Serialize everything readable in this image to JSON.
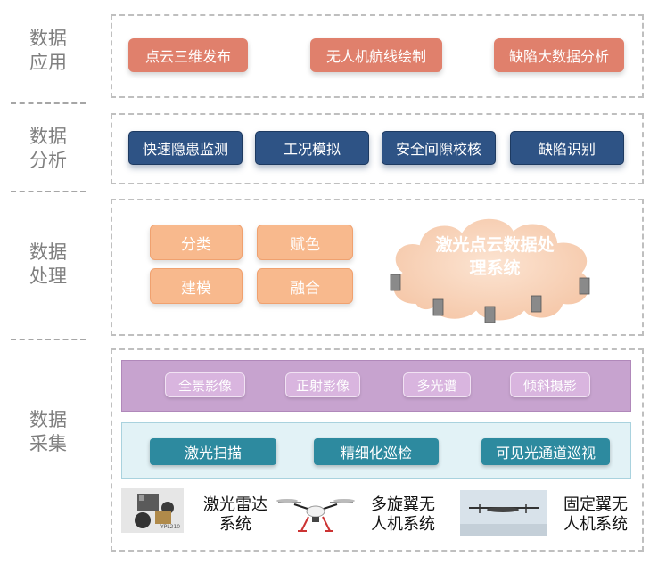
{
  "layers": {
    "application": {
      "label": "数据\n应用",
      "items": [
        "点云三维发布",
        "无人机航线绘制",
        "缺陷大数据分析"
      ]
    },
    "analysis": {
      "label": "数据\n分析",
      "items": [
        "快速隐患监测",
        "工况模拟",
        "安全间隙校核",
        "缺陷识别"
      ]
    },
    "processing": {
      "label": "数据\n处理",
      "items": [
        "分类",
        "赋色",
        "建模",
        "融合"
      ],
      "cloud_title": "激光点云数据处\n理系统"
    },
    "collection": {
      "label": "数据\n采集",
      "imaging_items": [
        "全景影像",
        "正射影像",
        "多光谱",
        "倾斜摄影"
      ],
      "patrol_items": [
        "激光扫描",
        "精细化巡检",
        "可见光通道巡视"
      ],
      "devices": [
        {
          "name": "激光雷达\n系统",
          "photo_caption": "YPL210"
        },
        {
          "name": "多旋翼无\n人机系统"
        },
        {
          "name": "固定翼无\n人机系统"
        }
      ]
    }
  },
  "colors": {
    "application_button": "#e0806c",
    "analysis_button": "#2e5385",
    "processing_button": "#f8b98d",
    "imaging_band": "#c7a3cf",
    "patrol_band": "#e2f2f6",
    "patrol_button": "#2d8a9f",
    "side_label": "#7f7f7f"
  }
}
